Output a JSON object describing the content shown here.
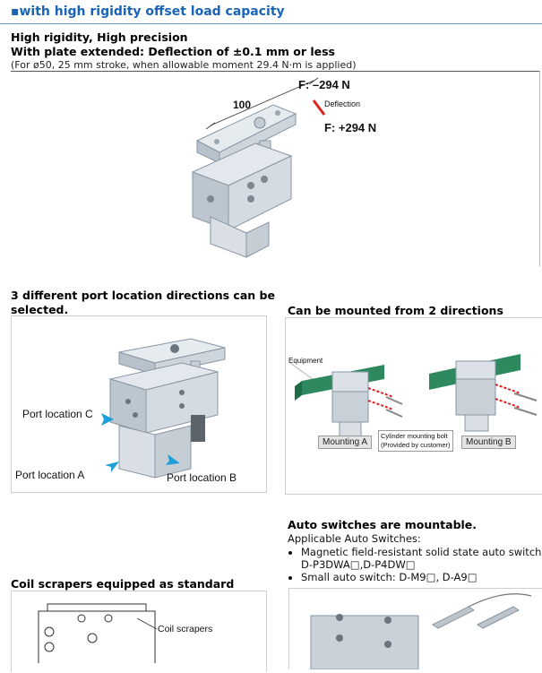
{
  "header": {
    "title": "▪with high rigidity offset load capacity"
  },
  "rigidity": {
    "line1": "High rigidity, High precision",
    "line2": "With plate extended: Deflection of ±0.1 mm or less",
    "line3": "(For ø50, 25 mm stroke, when allowable moment 29.4 N·m is applied)",
    "force_neg": "F: –294 N",
    "force_pos": "F: +294 N",
    "deflection": "Deflection",
    "distance": "100"
  },
  "ports": {
    "title_l1": "3 different port location directions can be",
    "title_l2": "selected.",
    "port_c": "Port location C",
    "port_a": "Port location A",
    "port_b": "Port location B"
  },
  "mount": {
    "title": "Can be mounted from 2 directions",
    "equipment": "Equipment",
    "bolt_l1": "Cylinder mounting bolt",
    "bolt_l2": "(Provided by customer)",
    "mount_a": "Mounting A",
    "mount_b": "Mounting B"
  },
  "scrapers": {
    "title": "Coil scrapers equipped as standard",
    "label": "Coil scrapers"
  },
  "switches": {
    "title": "Auto switches are mountable.",
    "subtitle": "Applicable Auto Switches:",
    "item1_l1": "Magnetic field-resistant solid state auto switch:",
    "item1_l2": "D-P3DWA□,D-P4DW□",
    "item2": "Small auto switch: D-M9□, D-A9□"
  },
  "colors": {
    "accent": "#1a64b8",
    "arrow": "#1e9fd8",
    "equipment": "#2e8a5e",
    "red": "#e02020"
  }
}
